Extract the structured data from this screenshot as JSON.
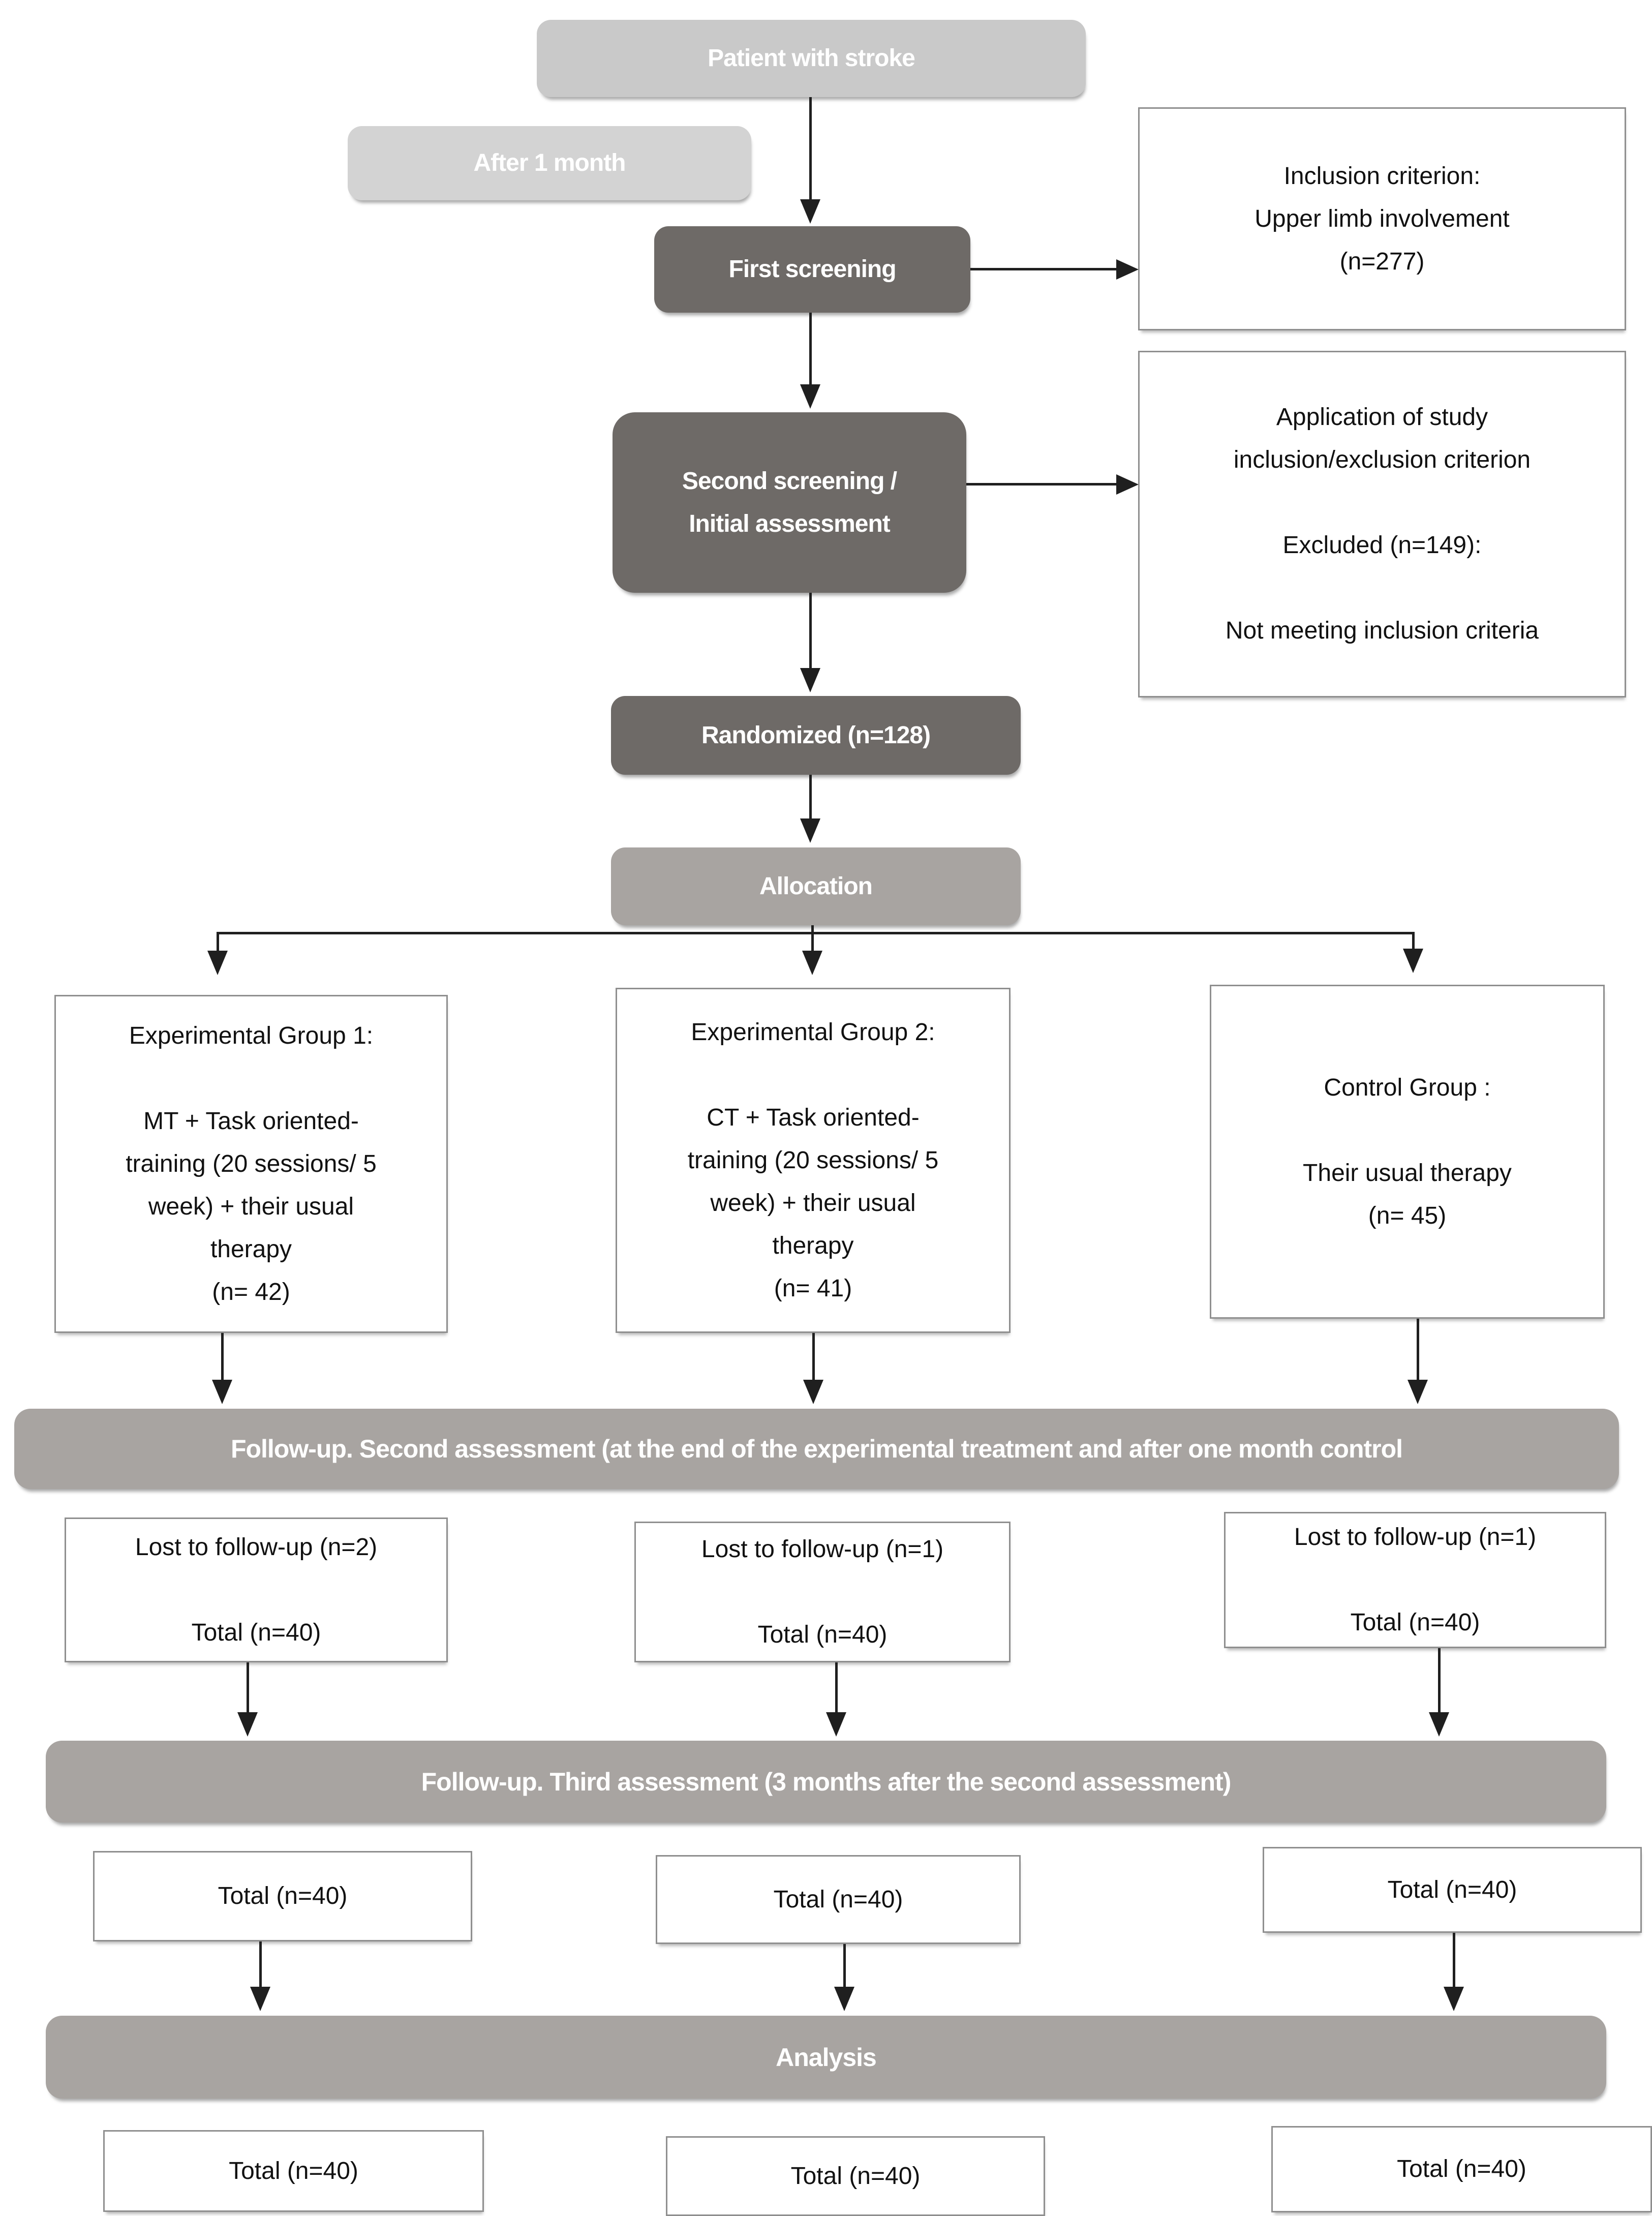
{
  "flow": {
    "patient": "Patient with stroke",
    "after_month": "After 1 month",
    "first_screening": "First screening",
    "inclusion": "Inclusion criterion:\nUpper limb involvement\n(n=277)",
    "second_screening": "Second screening /\nInitial assessment",
    "exclusion": "Application of study\ninclusion/exclusion criterion\n\nExcluded (n=149):\n\nNot meeting inclusion criteria",
    "randomized": "Randomized (n=128)",
    "allocation": "Allocation",
    "group1": "Experimental Group 1:\n\nMT + Task oriented-\ntraining (20 sessions/ 5\nweek) + their usual\ntherapy\n(n= 42)",
    "group2": "Experimental Group 2:\n\nCT + Task oriented-\ntraining (20 sessions/ 5\nweek) + their usual\ntherapy\n(n= 41)",
    "control": "Control Group :\n\nTheir usual therapy\n(n= 45)",
    "followup_second": "Follow-up. Second assessment (at the end of the experimental treatment and after one month control",
    "lost_group1": "Lost to follow-up (n=2)\n\nTotal (n=40)",
    "lost_group2": "Lost to follow-up (n=1)\n\nTotal (n=40)",
    "lost_control": "Lost to follow-up (n=1)\n\nTotal (n=40)",
    "followup_third": "Follow-up. Third assessment (3 months after the second assessment)",
    "third_total_group1": "Total (n=40)",
    "third_total_group2": "Total (n=40)",
    "third_total_control": "Total (n=40)",
    "analysis": "Analysis",
    "analysis_total_group1": "Total (n=40)",
    "analysis_total_group2": "Total (n=40)",
    "analysis_total_control": "Total (n=40)"
  },
  "colors": {
    "dark_gray_box": "#6e6a67",
    "medium_gray_box": "#a8a4a1",
    "light_gray_box": "#c9c9c9",
    "lighter_gray_box": "#d3d3d3",
    "white_box_border": "#8f8f8f",
    "arrow": "#1f1f1f",
    "white_text": "#ffffff",
    "black_text": "#111111"
  }
}
